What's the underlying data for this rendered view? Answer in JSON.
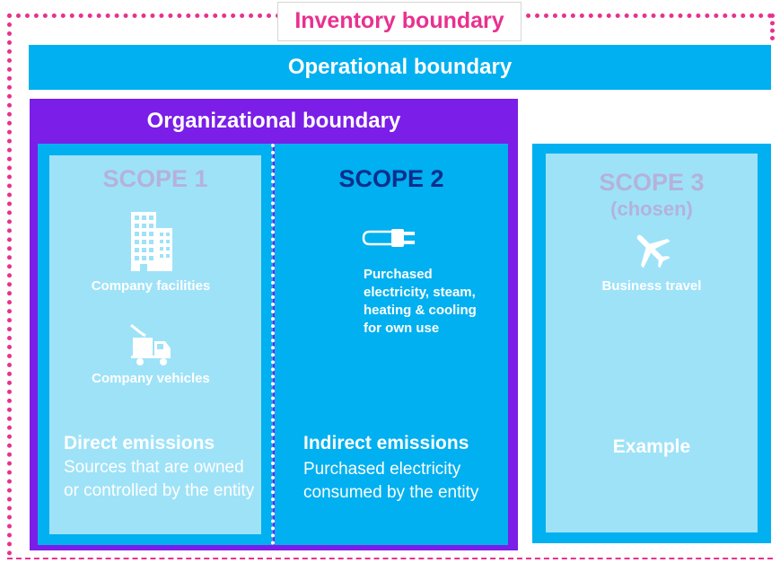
{
  "inventory_boundary": {
    "title": "Inventory boundary"
  },
  "operational_boundary": {
    "title": "Operational boundary"
  },
  "organizational_boundary": {
    "title": "Organizational boundary"
  },
  "scope1": {
    "title": "SCOPE 1",
    "items": [
      {
        "icon": "building-icon",
        "label": "Company facilities"
      },
      {
        "icon": "truck-icon",
        "label": "Company vehicles"
      }
    ],
    "heading": "Direct emissions",
    "description": "Sources that are owned or controlled by the entity"
  },
  "scope2": {
    "title": "SCOPE 2",
    "items": [
      {
        "icon": "plug-icon",
        "label": "Purchased electricity, steam, heating & cooling for own use"
      }
    ],
    "heading": "Indirect emissions",
    "description": "Purchased electricity consumed by the entity"
  },
  "scope3": {
    "title": "SCOPE 3",
    "subtitle": "(chosen)",
    "items": [
      {
        "icon": "airplane-icon",
        "label": "Business travel"
      }
    ],
    "heading": "Example"
  },
  "colors": {
    "inventory": "#e8318f",
    "operational": "#00b0f0",
    "organizational": "#7a1ee8",
    "scope_light": "#9ee2f8",
    "scope2_title": "#0c2e8c",
    "faded_title": "#b4b2db"
  }
}
